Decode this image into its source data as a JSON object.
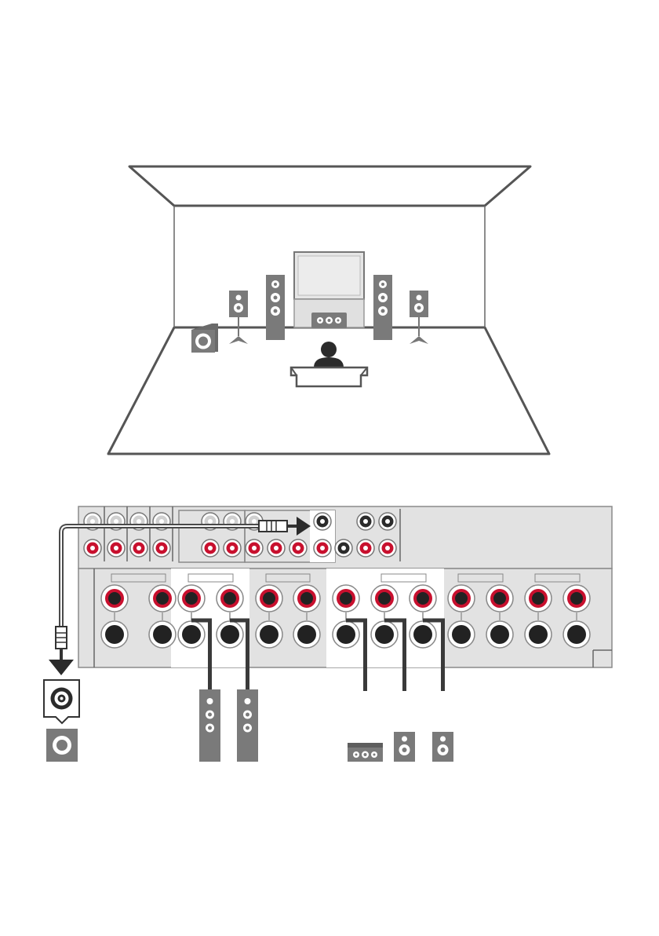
{
  "colors": {
    "red_terminal": "#c8102e",
    "black_terminal": "#2b2b2b",
    "panel": "#e2e2e2",
    "room_line": "#555555",
    "speaker_gray": "#7a7a7a",
    "screen_fill": "#e8e8e8"
  },
  "room": {
    "speakers": [
      "subwoofer",
      "surround-left",
      "front-left",
      "center",
      "front-right",
      "surround-right"
    ],
    "listener": "listener-icon"
  },
  "panel": {
    "terminal_plus": "+",
    "terminal_minus": "−"
  },
  "connected": {
    "subwoofer_cable": "subwoofer-rca-cable",
    "speakers": [
      "front-left",
      "front-right",
      "center",
      "surround-left",
      "surround-right",
      "subwoofer"
    ]
  }
}
